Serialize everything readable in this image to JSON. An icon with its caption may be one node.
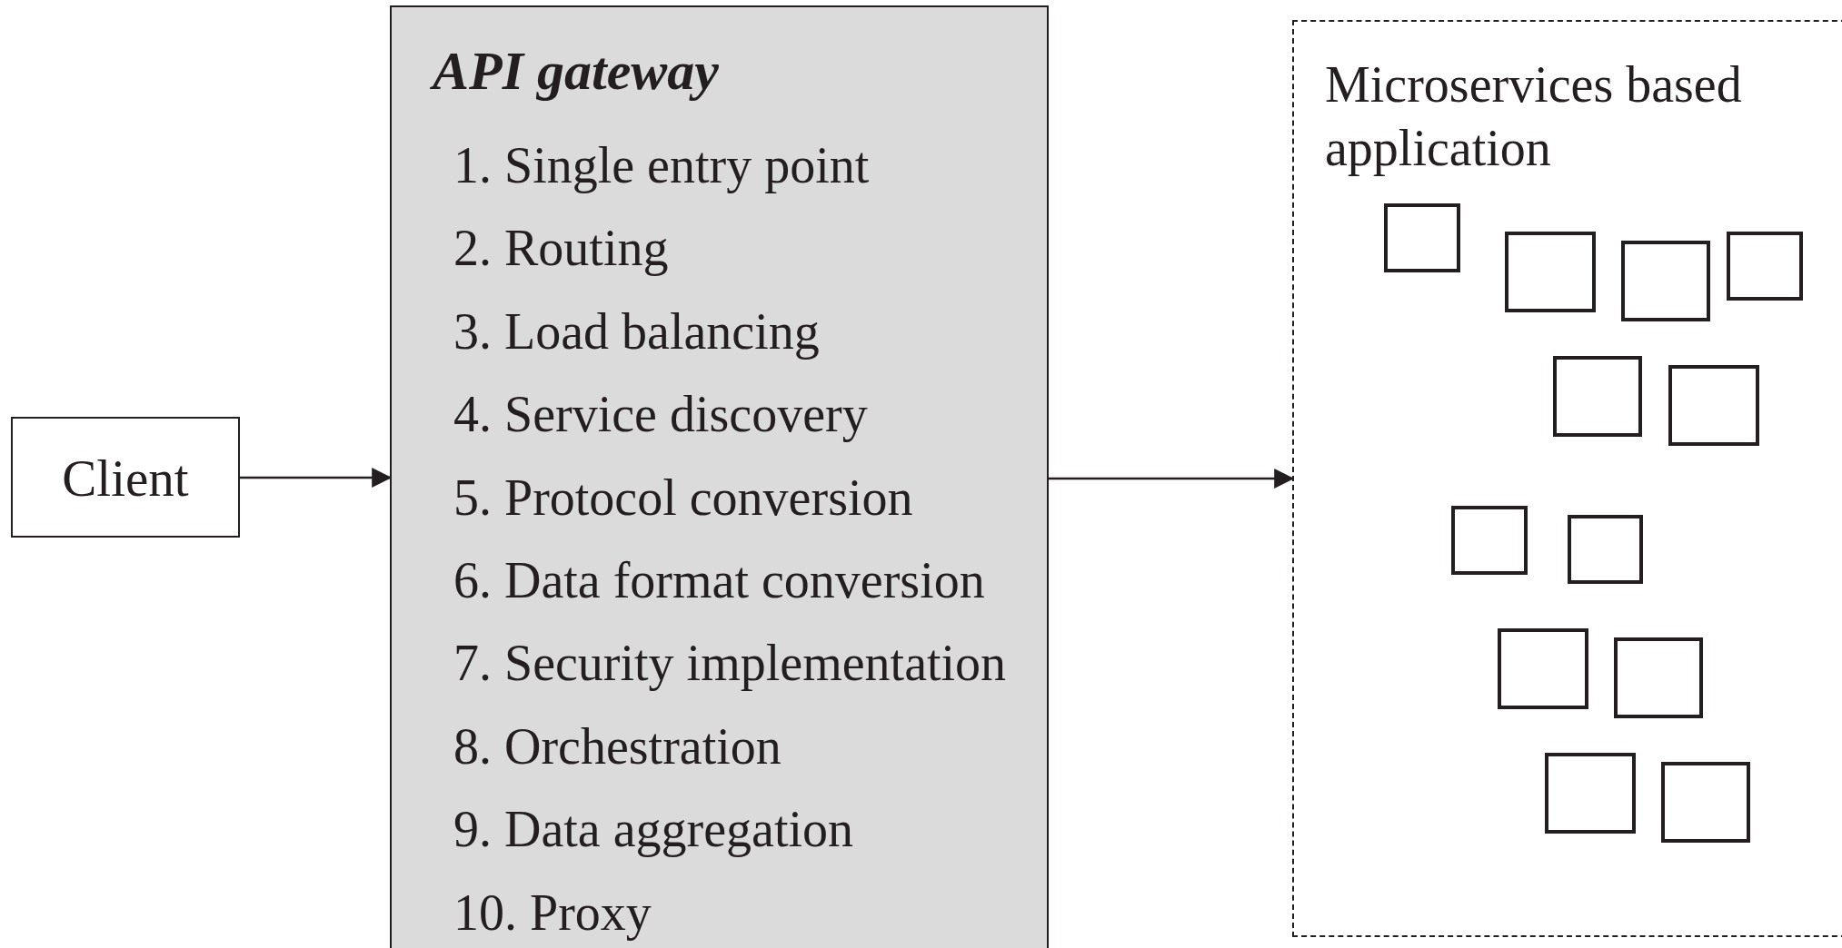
{
  "diagram": {
    "nodes": [
      {
        "text": [
          "Client"
        ]
      },
      {
        "text": [
          "API gateway",
          "1. Single entry point",
          "2. Routing",
          "3. Load balancing",
          "4. Service discovery",
          "5. Protocol conversion",
          "6. Data format conversion",
          "7. Security implementation",
          "8. Orchestration",
          "9. Data aggregation",
          "10. Proxy"
        ]
      },
      {
        "text": [
          "Microservices based application"
        ]
      },
      {
        "text": [],
        "shape": "box",
        "in": 2
      },
      {
        "text": [],
        "shape": "box",
        "in": 2
      },
      {
        "text": [],
        "shape": "box",
        "in": 2
      },
      {
        "text": [],
        "shape": "box",
        "in": 2
      },
      {
        "text": [],
        "shape": "box",
        "in": 2
      },
      {
        "text": [],
        "shape": "box",
        "in": 2
      },
      {
        "text": [],
        "shape": "box",
        "in": 2
      },
      {
        "text": [],
        "shape": "box",
        "in": 2
      },
      {
        "text": [],
        "shape": "box",
        "in": 2
      },
      {
        "text": [],
        "shape": "box",
        "in": 2
      },
      {
        "text": [],
        "shape": "box",
        "in": 2
      },
      {
        "text": [],
        "shape": "box",
        "in": 2
      }
    ],
    "edges": [
      {
        "from": 0,
        "to": 1,
        "arrow": "to"
      },
      {
        "from": 1,
        "to": 2,
        "arrow": "to"
      }
    ]
  }
}
